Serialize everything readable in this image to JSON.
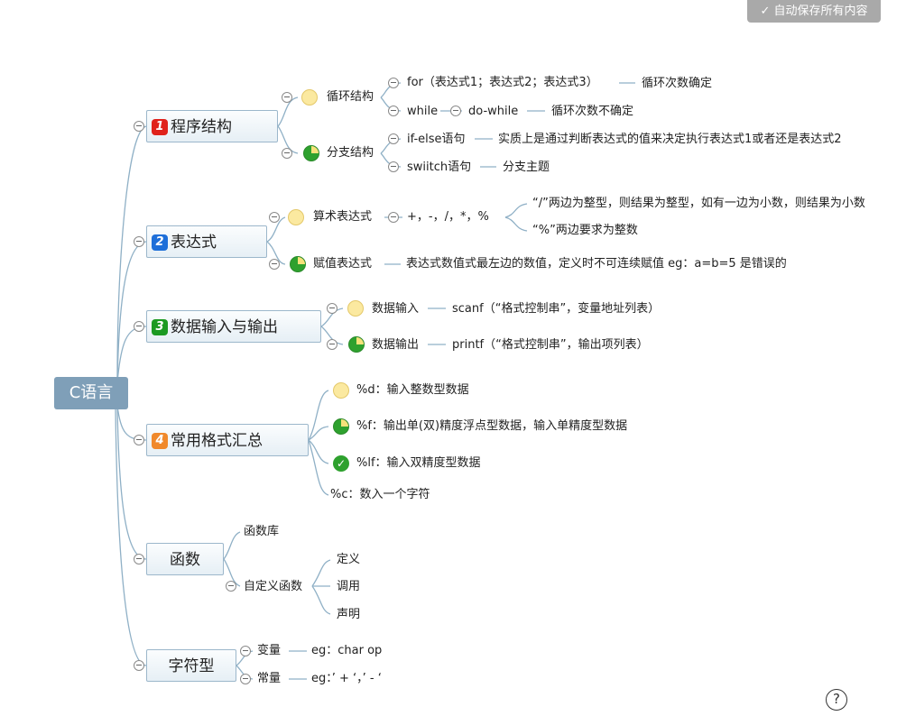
{
  "toolbar": {
    "autosave_label": "自动保存所有内容",
    "help_label": "?"
  },
  "root": {
    "label": "C语言"
  },
  "branches": [
    {
      "label": "程序结构",
      "badge": "1",
      "badge_color": "#e0221b",
      "children": [
        {
          "label": "循环结构",
          "marker": "empty",
          "items": [
            {
              "label": "for（表达式1；表达式2；表达式3）",
              "note": "循环次数确定"
            },
            {
              "label": "while",
              "sub": "do-while",
              "note": "循环次数不确定"
            }
          ]
        },
        {
          "label": "分支结构",
          "marker": "quarter",
          "items": [
            {
              "label": "if-else语句",
              "note": "实质上是通过判断表达式的值来决定执行表达式1或者还是表达式2"
            },
            {
              "label": "swiitch语句",
              "note": "分支主题"
            }
          ]
        }
      ]
    },
    {
      "label": "表达式",
      "badge": "2",
      "badge_color": "#1e6fd9",
      "children": [
        {
          "label": "算术表达式",
          "marker": "empty",
          "operators": "+，-，/，*，%",
          "notes": [
            "“/”两边为整型，则结果为整型，如有一边为小数，则结果为小数",
            "“%”两边要求为整数"
          ]
        },
        {
          "label": "赋值表达式",
          "marker": "quarter",
          "note": "表达式数值式最左边的数值，定义时不可连续赋值  eg：a=b=5 是错误的"
        }
      ]
    },
    {
      "label": "数据输入与输出",
      "badge": "3",
      "badge_color": "#1c9a22",
      "children": [
        {
          "label": "数据输入",
          "marker": "empty",
          "note": "scanf（“格式控制串”，变量地址列表）"
        },
        {
          "label": "数据输出",
          "marker": "quarter",
          "note": "printf（“格式控制串”，输出项列表）"
        }
      ]
    },
    {
      "label": "常用格式汇总",
      "badge": "4",
      "badge_color": "#f0892b",
      "children": [
        {
          "label": "%d：输入整数型数据",
          "marker": "empty"
        },
        {
          "label": "%f：输出单(双)精度浮点型数据，输入单精度型数据",
          "marker": "quarter"
        },
        {
          "label": "%lf：输入双精度型数据",
          "marker": "check"
        },
        {
          "label": "%c：数入一个字符",
          "marker": "none"
        }
      ]
    },
    {
      "label": "函数",
      "children": [
        {
          "label": "函数库"
        },
        {
          "label": "自定义函数",
          "items": [
            "定义",
            "调用",
            "声明"
          ]
        }
      ]
    },
    {
      "label": "字符型",
      "children": [
        {
          "label": "变量",
          "note": "eg：char op"
        },
        {
          "label": "常量",
          "note": "eg：’ + ‘，’ - ‘"
        }
      ]
    }
  ]
}
